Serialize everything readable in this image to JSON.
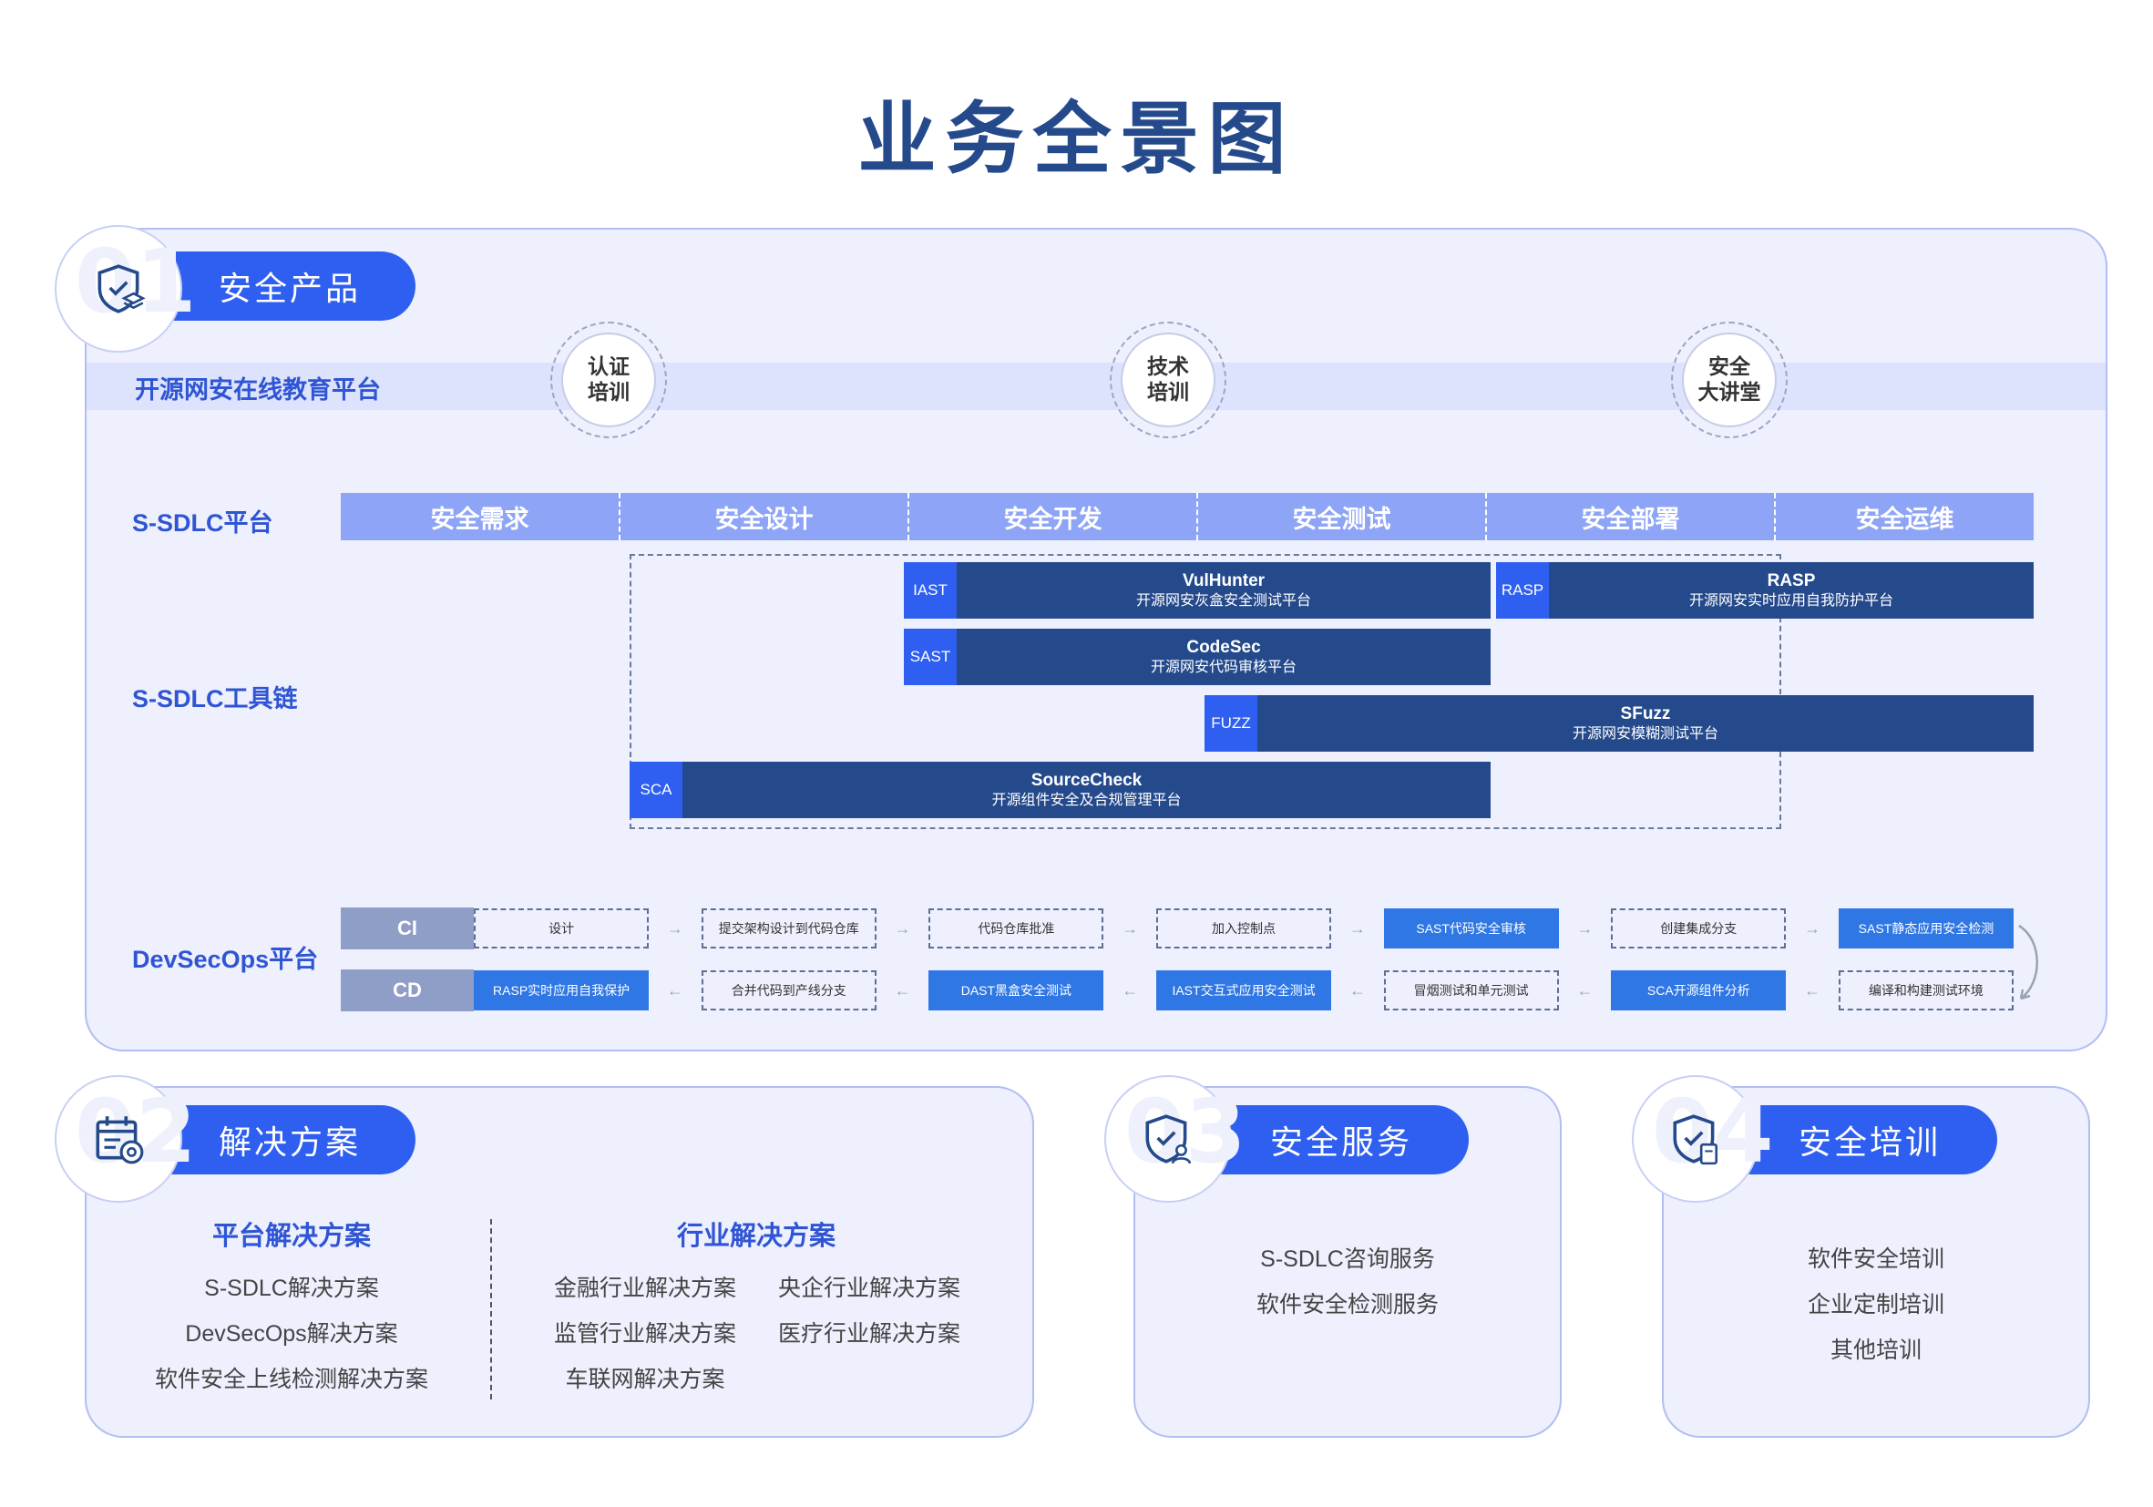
{
  "title": "业务全景图",
  "products": {
    "number": "01",
    "label": "安全产品",
    "edu_platform": "开源网安在线教育平台",
    "trainings": [
      {
        "line1": "认证",
        "line2": "培训"
      },
      {
        "line1": "技术",
        "line2": "培训"
      },
      {
        "line1": "安全",
        "line2": "大讲堂"
      }
    ],
    "sdlc_label": "S-SDLC平台",
    "phases": [
      "安全需求",
      "安全设计",
      "安全开发",
      "安全测试",
      "安全部署",
      "安全运维"
    ],
    "toolchain_label": "S-SDLC工具链",
    "tools": [
      {
        "tag": "IAST",
        "name": "VulHunter",
        "desc": "开源网安灰盒安全测试平台"
      },
      {
        "tag": "RASP",
        "name": "RASP",
        "desc": "开源网安实时应用自我防护平台"
      },
      {
        "tag": "SAST",
        "name": "CodeSec",
        "desc": "开源网安代码审核平台"
      },
      {
        "tag": "FUZZ",
        "name": "SFuzz",
        "desc": "开源网安模糊测试平台"
      },
      {
        "tag": "SCA",
        "name": "SourceCheck",
        "desc": "开源组件安全及合规管理平台"
      }
    ],
    "devsecops_label": "DevSecOps平台",
    "ci_label": "CI",
    "cd_label": "CD",
    "ci_steps": [
      {
        "text": "设计",
        "filled": false
      },
      {
        "text": "提交架构设计到代码仓库",
        "filled": false
      },
      {
        "text": "代码仓库批准",
        "filled": false
      },
      {
        "text": "加入控制点",
        "filled": false
      },
      {
        "text": "SAST代码安全审核",
        "filled": true
      },
      {
        "text": "创建集成分支",
        "filled": false
      },
      {
        "text": "SAST静态应用安全检测",
        "filled": true
      }
    ],
    "cd_steps": [
      {
        "text": "RASP实时应用自我保护",
        "filled": true
      },
      {
        "text": "合并代码到产线分支",
        "filled": false
      },
      {
        "text": "DAST黑盒安全测试",
        "filled": true
      },
      {
        "text": "IAST交互式应用安全测试",
        "filled": true
      },
      {
        "text": "冒烟测试和单元测试",
        "filled": false
      },
      {
        "text": "SCA开源组件分析",
        "filled": true
      },
      {
        "text": "编译和构建测试环境",
        "filled": false
      }
    ],
    "arrow_right": "→",
    "arrow_left": "←"
  },
  "solutions": {
    "number": "02",
    "label": "解决方案",
    "platform_title": "平台解决方案",
    "platform_items": [
      "S-SDLC解决方案",
      "DevSecOps解决方案",
      "软件安全上线检测解决方案"
    ],
    "industry_title": "行业解决方案",
    "industry_items": [
      "金融行业解决方案",
      "央企行业解决方案",
      "监管行业解决方案",
      "医疗行业解决方案",
      "车联网解决方案"
    ]
  },
  "services": {
    "number": "03",
    "label": "安全服务",
    "items": [
      "S-SDLC咨询服务",
      "软件安全检测服务"
    ]
  },
  "training": {
    "number": "04",
    "label": "安全培训",
    "items": [
      "软件安全培训",
      "企业定制培训",
      "其他培训"
    ]
  }
}
